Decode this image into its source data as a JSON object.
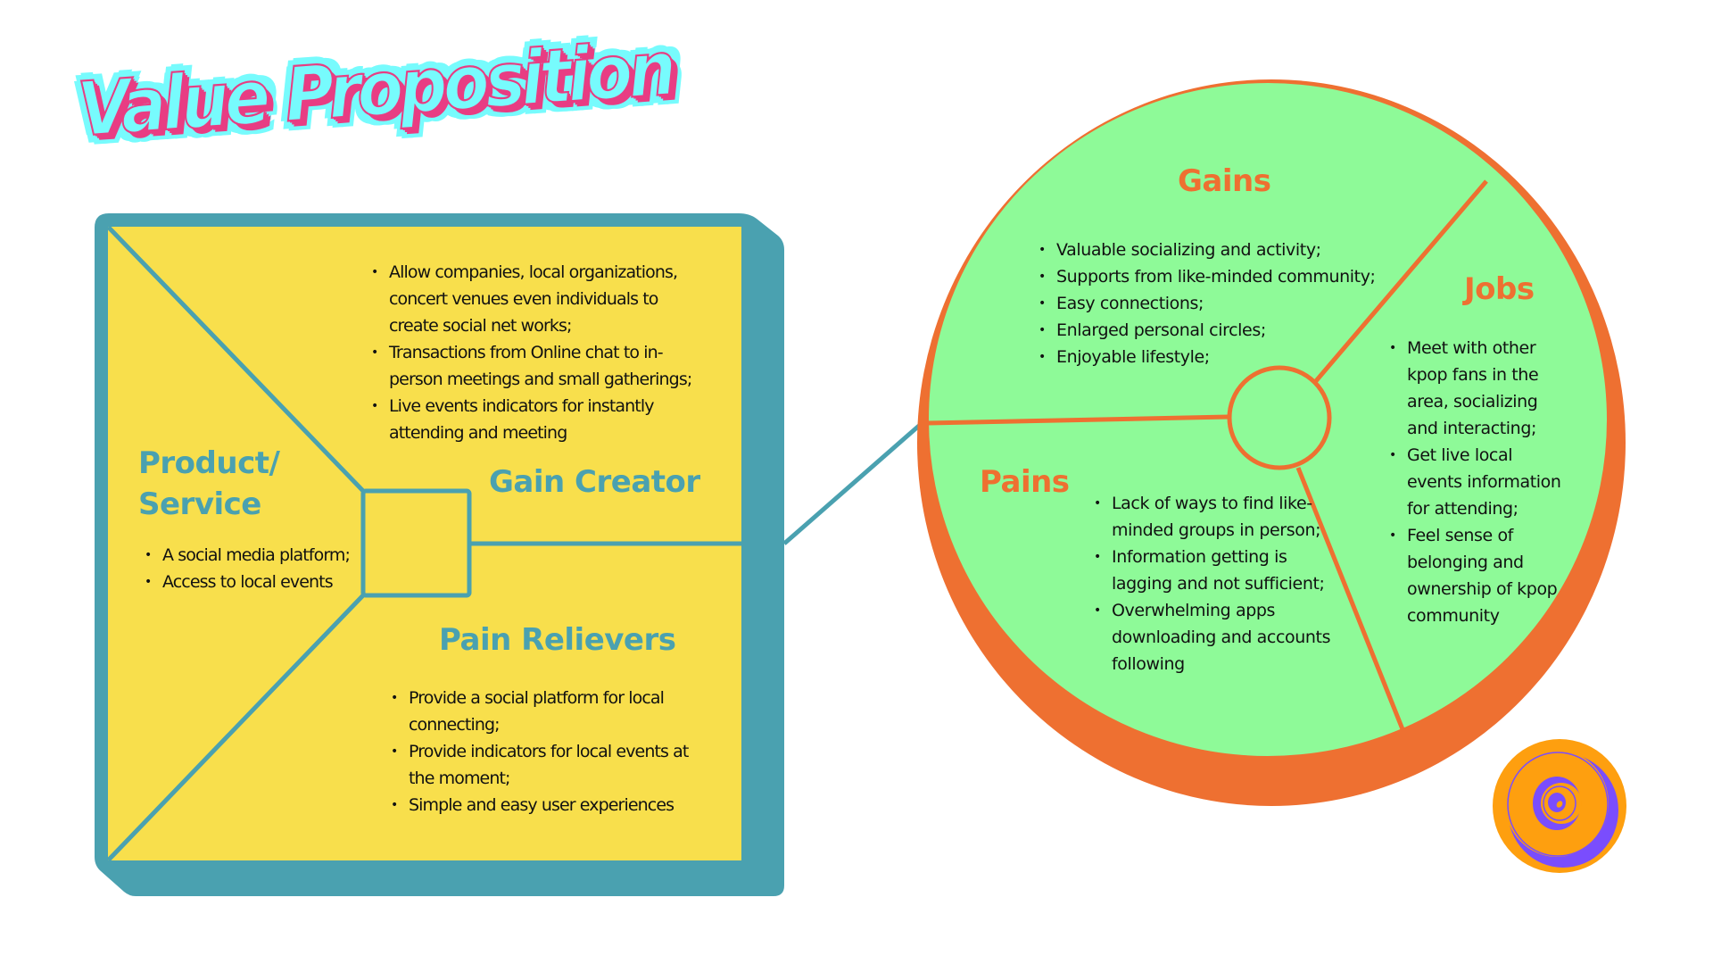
{
  "title": "Value Proposition",
  "colors": {
    "box_border": "#4aa1b0",
    "box_fill": "#f8df4c",
    "circle_ring": "#ee7031",
    "circle_fill": "#8efa98",
    "title_fill": "#77fbfd",
    "title_shadow": "#e83d83",
    "swirl_orange": "#fe9f0f",
    "swirl_purple": "#7a4dfd"
  },
  "value_map": {
    "gain_creator": {
      "heading": "Gain Creator",
      "items": [
        "Allow companies, local organizations, concert venues even individuals to create social net works;",
        "Transactions from Online chat to in-person meetings and small gatherings;",
        "Live events indicators for instantly attending and meeting"
      ],
      "lines": [
        "Allow companies, local organizations,",
        "concert venues even individuals to",
        "create social net works;",
        "Transactions from Online chat to in-",
        "person meetings and small gatherings;",
        "Live events indicators for instantly",
        "attending and meeting"
      ]
    },
    "product_service": {
      "heading_line1": "Product/",
      "heading_line2": "Service",
      "items": [
        "A social media platform;",
        "Access to local events"
      ]
    },
    "pain_relievers": {
      "heading": "Pain Relievers",
      "lines": [
        "Provide a social platform for local",
        "connecting;",
        "Provide indicators for local events at",
        "the moment;",
        "Simple and easy user experiences"
      ]
    }
  },
  "customer_profile": {
    "gains": {
      "heading": "Gains",
      "items": [
        "Valuable socializing and activity;",
        "Supports from like-minded community;",
        "Easy connections;",
        "Enlarged personal circles;",
        "Enjoyable lifestyle;"
      ]
    },
    "jobs": {
      "heading": "Jobs",
      "lines": [
        "Meet with other",
        "kpop fans in the",
        "area, socializing",
        "and interacting;",
        "Get live local",
        "events information",
        "for attending;",
        "Feel sense of",
        "belonging and",
        "ownership of kpop",
        "community"
      ]
    },
    "pains": {
      "heading": "Pains",
      "lines": [
        "Lack of ways to find like-",
        "minded groups in person;",
        "Information getting is",
        "lagging and not sufficient;",
        "Overwhelming apps",
        "downloading and accounts",
        "following"
      ]
    }
  },
  "decor": {
    "swirl_icon": "swirl-logo-icon"
  }
}
